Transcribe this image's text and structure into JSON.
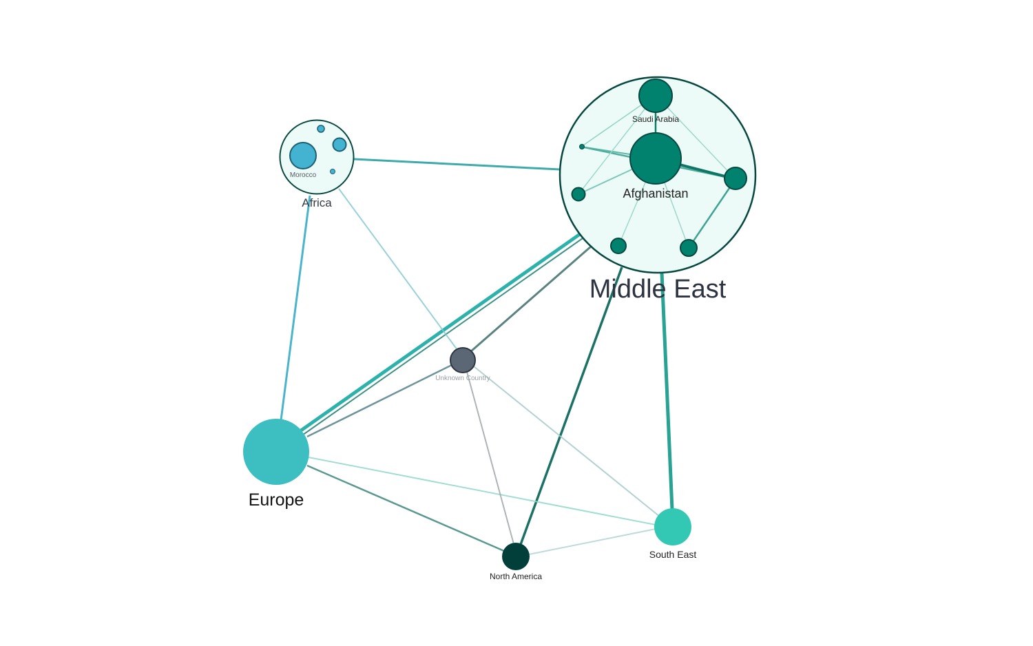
{
  "colors": {
    "middle_east": "#00826f",
    "middle_east_fill": "#ecfbf7",
    "combo_stroke": "#06483f",
    "africa": "#43b3d1",
    "europe": "#3dbfc1",
    "south_east": "#32c8b4",
    "north_america": "#033f3a",
    "unknown": "#5c6776",
    "edge_teal": "#1aa4a0",
    "edge_dark": "#0e5e55",
    "edge_grey": "#8a9098"
  },
  "groups": {
    "middle_east": {
      "label": "Middle East",
      "members": {
        "saudi_arabia": "Saudi Arabia",
        "afghanistan": "Afghanistan"
      }
    },
    "africa": {
      "label": "Africa",
      "members": {
        "morocco": "Morocco"
      }
    }
  },
  "nodes": {
    "europe": "Europe",
    "unknown_country": "Unknown Country",
    "south_east": "South East",
    "north_america": "North America"
  }
}
